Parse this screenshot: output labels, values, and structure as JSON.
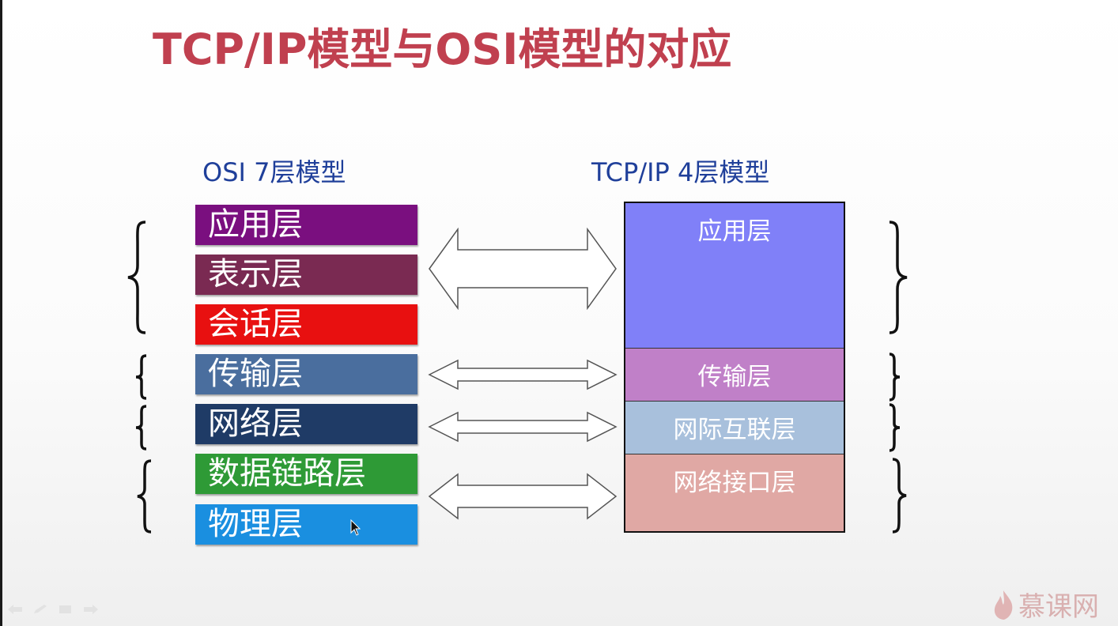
{
  "slide": {
    "title": "TCP/IP模型与OSI模型的对应",
    "title_color": "#c0404f"
  },
  "osi": {
    "heading": "OSI 7层模型",
    "layers": [
      {
        "label": "应用层",
        "color": "#7a0f7f"
      },
      {
        "label": "表示层",
        "color": "#7a2a52"
      },
      {
        "label": "会话层",
        "color": "#e81010"
      },
      {
        "label": "传输层",
        "color": "#4a6e9e"
      },
      {
        "label": "网络层",
        "color": "#1f3b66"
      },
      {
        "label": "数据链路层",
        "color": "#2e9a36"
      },
      {
        "label": "物理层",
        "color": "#1a8fe0"
      }
    ]
  },
  "tcpip": {
    "heading": "TCP/IP 4层模型",
    "layers": [
      {
        "label": "应用层",
        "color": "#8080f8"
      },
      {
        "label": "传输层",
        "color": "#c080c8"
      },
      {
        "label": "网际互联层",
        "color": "#a8c0dc"
      },
      {
        "label": "网络接口层",
        "color": "#e0a8a4"
      }
    ]
  },
  "logo": {
    "text": "慕课网"
  }
}
